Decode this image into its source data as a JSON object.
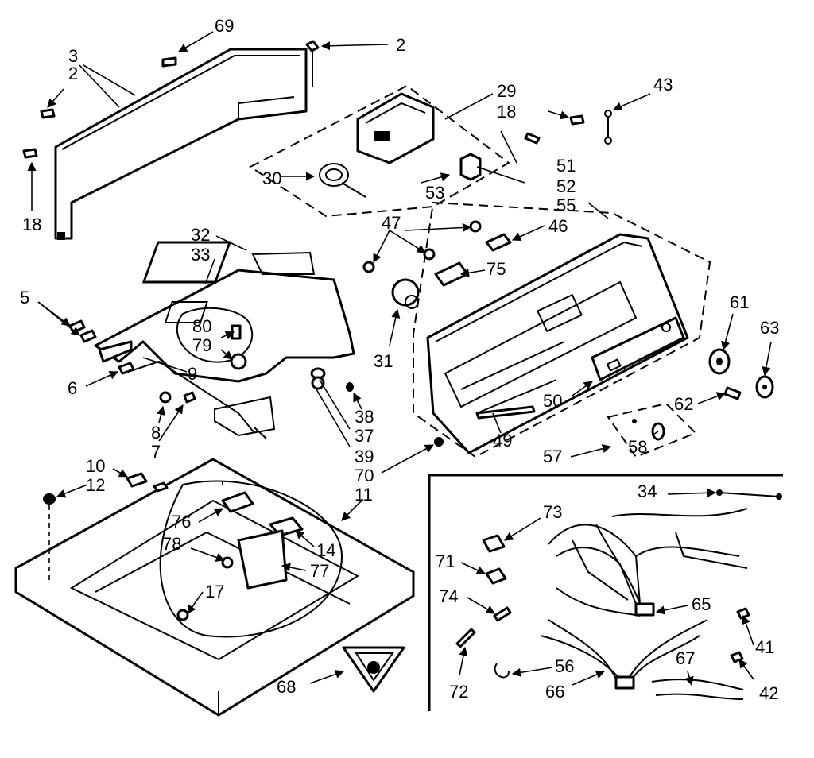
{
  "callouts": {
    "c69": "69",
    "c2a": "2",
    "c3": "3",
    "c2b": "2",
    "c18a": "18",
    "c29": "29",
    "c18b": "18",
    "c43": "43",
    "c30": "30",
    "c53": "53",
    "c51": "51",
    "c52": "52",
    "c55": "55",
    "c32": "32",
    "c33": "33",
    "c47": "47",
    "c46": "46",
    "c75": "75",
    "c5": "5",
    "c80": "80",
    "c79": "79",
    "c9": "9",
    "c6": "6",
    "c31": "31",
    "c61": "61",
    "c63": "63",
    "c38": "38",
    "c37": "37",
    "c39": "39",
    "c70": "70",
    "c11": "11",
    "c8": "8",
    "c7": "7",
    "c50": "50",
    "c62": "62",
    "c49": "49",
    "c57": "57",
    "c58": "58",
    "c10": "10",
    "c12": "12",
    "c34": "34",
    "c73": "73",
    "c76": "76",
    "c78": "78",
    "c14": "14",
    "c77": "77",
    "c71": "71",
    "c74": "74",
    "c65": "65",
    "c17": "17",
    "c41": "41",
    "c67": "67",
    "c56": "56",
    "c68": "68",
    "c72": "72",
    "c66": "66",
    "c42": "42"
  },
  "icons": [
    "arrow-icon"
  ]
}
